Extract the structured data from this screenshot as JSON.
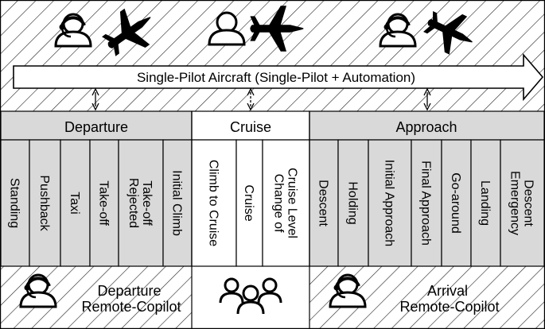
{
  "banner": {
    "label": "Single-Pilot Aircraft (Single-Pilot + Automation)"
  },
  "phases": {
    "departure": {
      "header": "Departure",
      "tasks": [
        [
          "Standing"
        ],
        [
          "Pushback"
        ],
        [
          "Taxi"
        ],
        [
          "Take-off"
        ],
        [
          "Rejected",
          "Take-off"
        ],
        [
          "Initial Climb"
        ]
      ]
    },
    "cruise": {
      "header": "Cruise",
      "tasks": [
        [
          "Climb to Cruise"
        ],
        [
          "Cruise"
        ],
        [
          "Change of",
          "Cruise Level"
        ]
      ]
    },
    "approach": {
      "header": "Approach",
      "tasks": [
        [
          "Descent"
        ],
        [
          "Holding"
        ],
        [
          "Initial Approach"
        ],
        [
          "Final Approach"
        ],
        [
          "Go-around"
        ],
        [
          "Landing"
        ],
        [
          "Emergency",
          "Descent"
        ]
      ]
    }
  },
  "bottom": {
    "departure_copilot": [
      "Departure",
      "Remote-Copilot"
    ],
    "arrival_copilot": [
      "Arrival",
      "Remote-Copilot"
    ]
  },
  "icons": {
    "top": [
      "pilot-headset-icon",
      "airplane-icon",
      "person-icon",
      "airplane-icon",
      "pilot-headset-icon",
      "airplane-icon"
    ],
    "bottom": [
      "pilot-headset-icon",
      "group-icon",
      "pilot-headset-icon"
    ]
  },
  "colors": {
    "shaded_cell": "#d9d9d9",
    "line": "#000000",
    "background": "#ffffff"
  }
}
